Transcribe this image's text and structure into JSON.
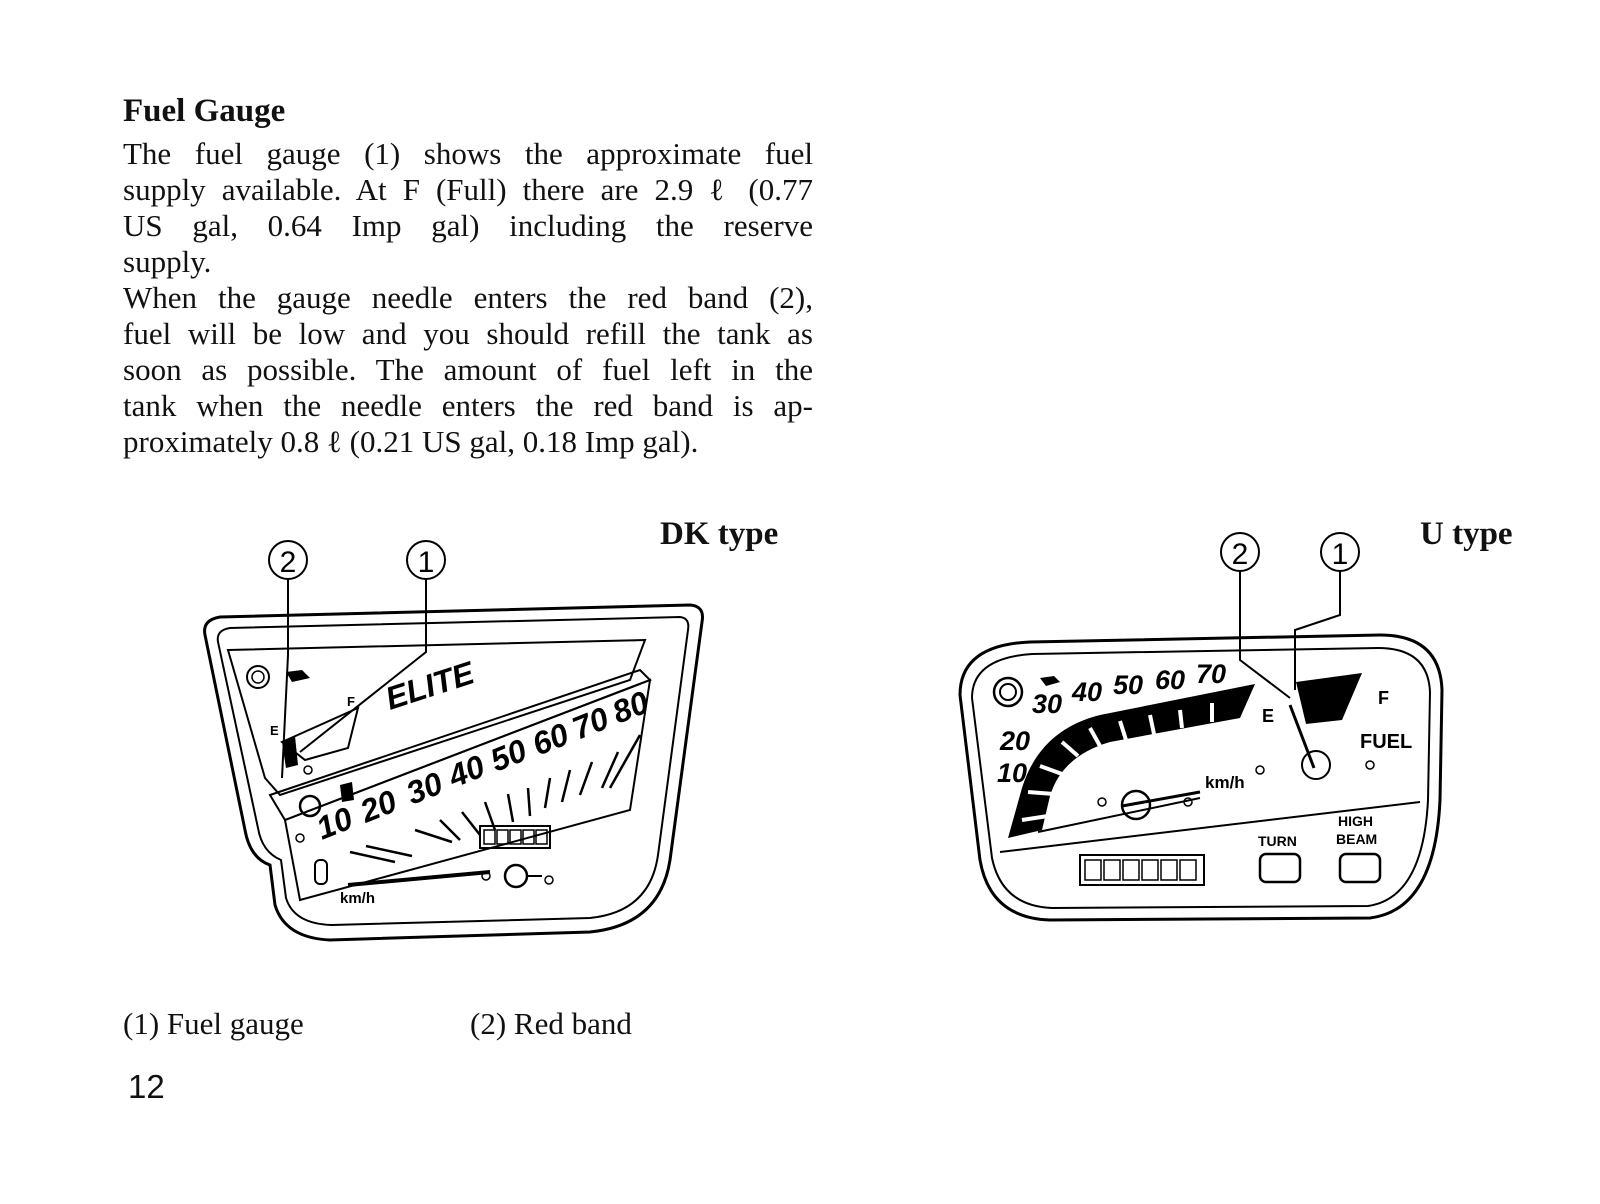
{
  "heading": "Fuel Gauge",
  "paragraph1": [
    "The fuel gauge (1) shows the approximate fuel",
    "supply available. At F (Full) there are 2.9 ℓ (0.77",
    "US gal, 0.64 Imp gal) including the reserve",
    "supply."
  ],
  "paragraph2": [
    "When the gauge needle enters the red band (2),",
    "fuel will be low and you should refill the tank as",
    "soon as possible. The amount of fuel left in the",
    "tank when the needle enters the red band is ap-",
    "proximately 0.8 ℓ (0.21 US gal, 0.18 Imp gal)."
  ],
  "dk_figure": {
    "label": "DK type",
    "callout_1": "1",
    "callout_2": "2",
    "brand": "ELITE",
    "fuel_empty": "E",
    "fuel_full": "F",
    "speed_scale": [
      "10",
      "20",
      "30",
      "40",
      "50",
      "60",
      "70",
      "80"
    ],
    "unit": "km/h"
  },
  "u_figure": {
    "label": "U type",
    "callout_1": "1",
    "callout_2": "2",
    "speed_scale": [
      "10",
      "20",
      "30",
      "40",
      "50",
      "60",
      "70"
    ],
    "fuel_empty": "E",
    "fuel_full": "F",
    "fuel_label": "FUEL",
    "unit": "km/h",
    "turn_label": "TURN",
    "high_label": "HIGH",
    "beam_label": "BEAM"
  },
  "captions": {
    "fuel_gauge": "(1) Fuel gauge",
    "red_band": "(2) Red band"
  },
  "page_number": "12"
}
